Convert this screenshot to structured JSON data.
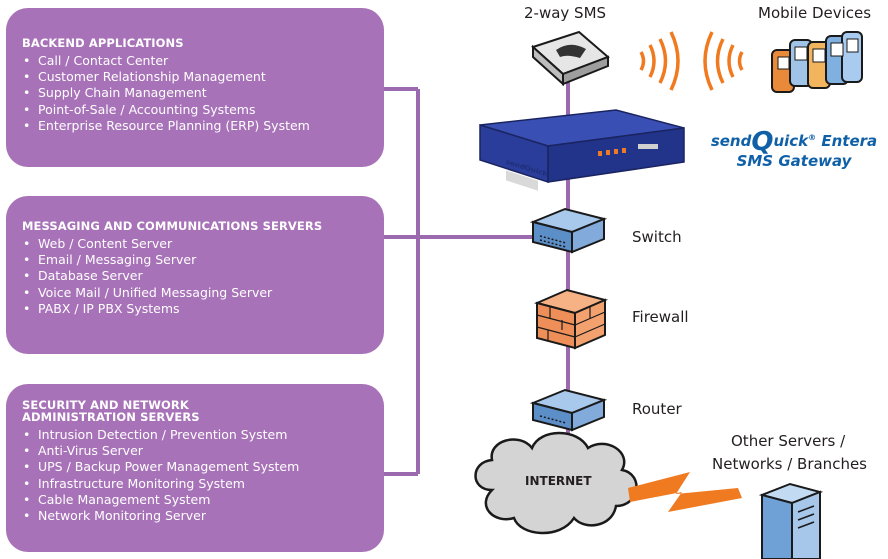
{
  "groups": [
    {
      "title": "BACKEND APPLICATIONS",
      "items": [
        "Call / Contact Center",
        "Customer Relationship Management",
        "Supply Chain Management",
        "Point-of-Sale / Accounting Systems",
        "Enterprise Resource Planning (ERP) System"
      ]
    },
    {
      "title": "MESSAGING AND COMMUNICATIONS SERVERS",
      "items": [
        "Web / Content Server",
        "Email / Messaging Server",
        "Database Server",
        "Voice Mail / Unified Messaging Server",
        "PABX / IP PBX Systems"
      ]
    },
    {
      "title": "SECURITY AND NETWORK\nADMINISTRATION SERVERS",
      "items": [
        "Intrusion Detection / Prevention System",
        "Anti-Virus Server",
        "UPS / Backup Power Management System",
        "Infrastructure Monitoring System",
        "Cable Management System",
        "Network Monitoring Server"
      ]
    }
  ],
  "labels": {
    "sms": "2-way SMS",
    "mobile": "Mobile Devices",
    "switch": "Switch",
    "firewall": "Firewall",
    "router": "Router",
    "other_servers_1": "Other Servers /",
    "other_servers_2": "Networks / Branches",
    "internet": "INTERNET"
  },
  "brand": {
    "prefix": "send",
    "q": "Q",
    "suffix": "uick",
    "reg": "®",
    "product": " Entera",
    "line2": "SMS Gateway",
    "device_logo": "sendQuick"
  },
  "colors": {
    "panel": "#a872b8",
    "connector": "#9b6aae",
    "brand": "#1060a8",
    "signal": "#f07a20",
    "device_blue": "#2b3d9a"
  },
  "icons": [
    "sms-modem-icon",
    "mobile-devices-icon",
    "gateway-device-icon",
    "switch-icon",
    "firewall-icon",
    "router-icon",
    "internet-cloud-icon",
    "server-icon",
    "signal-waves-icon",
    "lightning-bolt-icon"
  ]
}
